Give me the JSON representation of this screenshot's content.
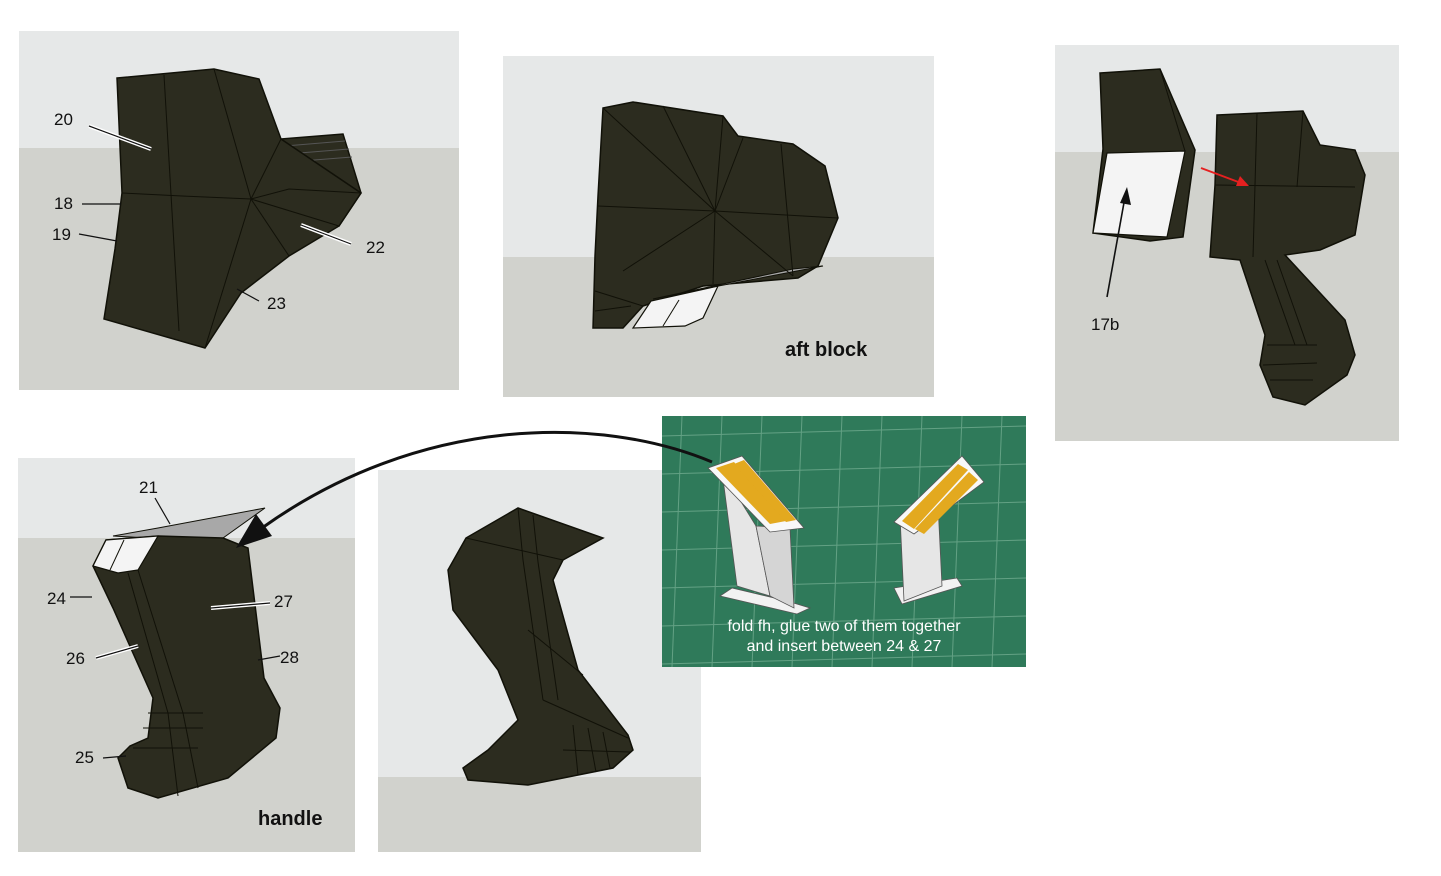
{
  "panels": {
    "p1": {
      "labels": [
        "20",
        "18",
        "19",
        "22",
        "23"
      ]
    },
    "p2": {
      "title": "aft block"
    },
    "p3": {
      "labels": [
        "17b"
      ]
    },
    "p4": {
      "title": "handle",
      "labels": [
        "21",
        "24",
        "27",
        "26",
        "28",
        "25"
      ]
    },
    "p6": {
      "caption_line1": "fold fh, glue two of them together",
      "caption_line2": "and insert between 24 & 27"
    }
  },
  "colors": {
    "sky": "#e6e8e8",
    "ground": "#d1d2cd",
    "model": "#2c2c1f",
    "model_edge": "#111108",
    "white_face": "#f4f4f4",
    "mat": "#2f7a5a",
    "tape": "#e3a91f",
    "arrow_red": "#e52020"
  }
}
